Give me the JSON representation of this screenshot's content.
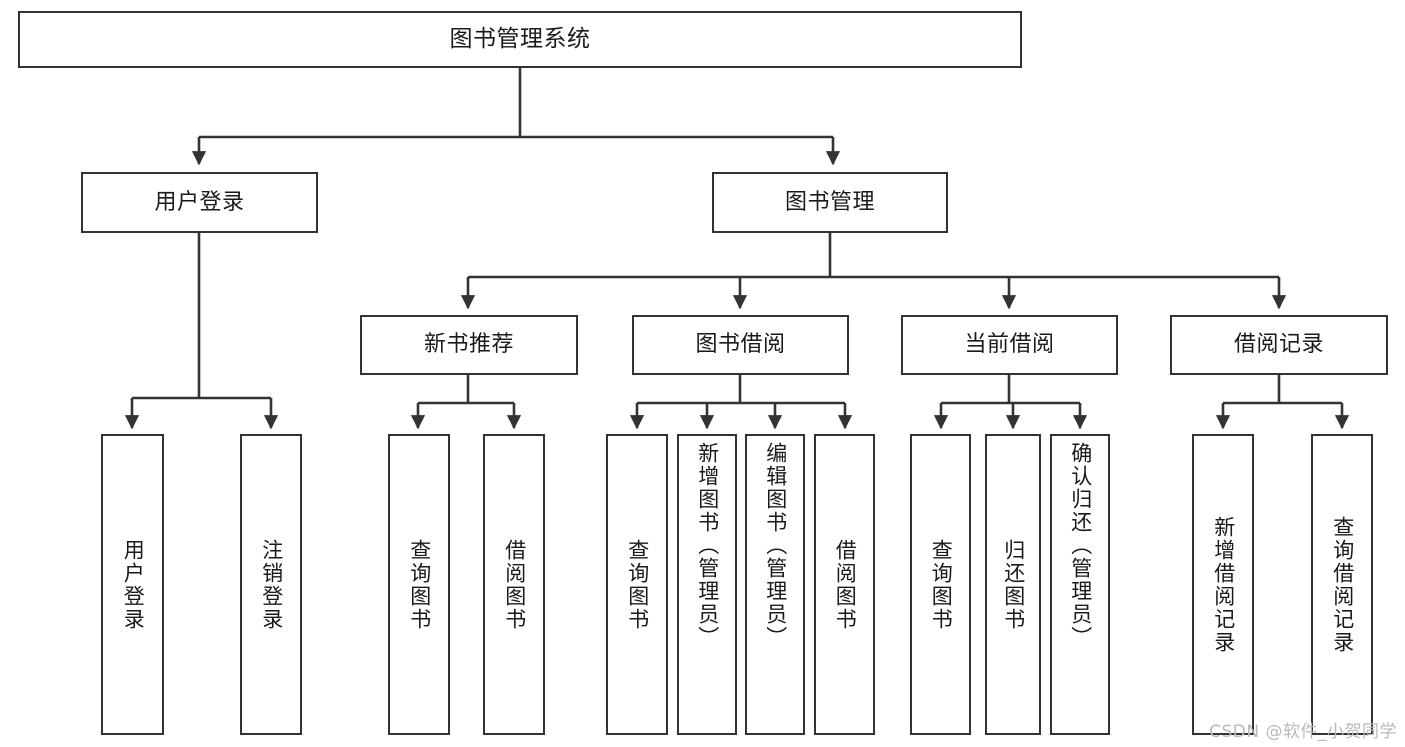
{
  "diagram": {
    "title": "图书管理系统",
    "watermark": "CSDN @软件_小贺同学",
    "accent_color": "#333333",
    "background_color": "#ffffff",
    "text_color": "#1a1a1a"
  },
  "nodes": {
    "root": {
      "label": "图书管理系统"
    },
    "level2": [
      {
        "label": "用户登录"
      },
      {
        "label": "图书管理"
      }
    ],
    "level3": [
      {
        "label": "新书推荐"
      },
      {
        "label": "图书借阅"
      },
      {
        "label": "当前借阅"
      },
      {
        "label": "借阅记录"
      }
    ],
    "leaves": [
      {
        "label": "用户登录"
      },
      {
        "label": "注销登录"
      },
      {
        "label": "查询图书"
      },
      {
        "label": "借阅图书"
      },
      {
        "label": "查询图书"
      },
      {
        "label": "新增图书（管理员）"
      },
      {
        "label": "编辑图书（管理员）"
      },
      {
        "label": "借阅图书"
      },
      {
        "label": "查询图书"
      },
      {
        "label": "归还图书"
      },
      {
        "label": "确认归还（管理员）"
      },
      {
        "label": "新增借阅记录"
      },
      {
        "label": "查询借阅记录"
      }
    ]
  },
  "chart_data": {
    "type": "tree",
    "title": "图书管理系统",
    "orientation": "top-down",
    "edges": [
      {
        "from": "图书管理系统",
        "to": "用户登录"
      },
      {
        "from": "图书管理系统",
        "to": "图书管理"
      },
      {
        "from": "用户登录",
        "to": "用户登录"
      },
      {
        "from": "用户登录",
        "to": "注销登录"
      },
      {
        "from": "图书管理",
        "to": "新书推荐"
      },
      {
        "from": "图书管理",
        "to": "图书借阅"
      },
      {
        "from": "图书管理",
        "to": "当前借阅"
      },
      {
        "from": "图书管理",
        "to": "借阅记录"
      },
      {
        "from": "新书推荐",
        "to": "查询图书"
      },
      {
        "from": "新书推荐",
        "to": "借阅图书"
      },
      {
        "from": "图书借阅",
        "to": "查询图书"
      },
      {
        "from": "图书借阅",
        "to": "新增图书（管理员）"
      },
      {
        "from": "图书借阅",
        "to": "编辑图书（管理员）"
      },
      {
        "from": "图书借阅",
        "to": "借阅图书"
      },
      {
        "from": "当前借阅",
        "to": "查询图书"
      },
      {
        "from": "当前借阅",
        "to": "归还图书"
      },
      {
        "from": "当前借阅",
        "to": "确认归还（管理员）"
      },
      {
        "from": "借阅记录",
        "to": "新增借阅记录"
      },
      {
        "from": "借阅记录",
        "to": "查询借阅记录"
      }
    ]
  }
}
